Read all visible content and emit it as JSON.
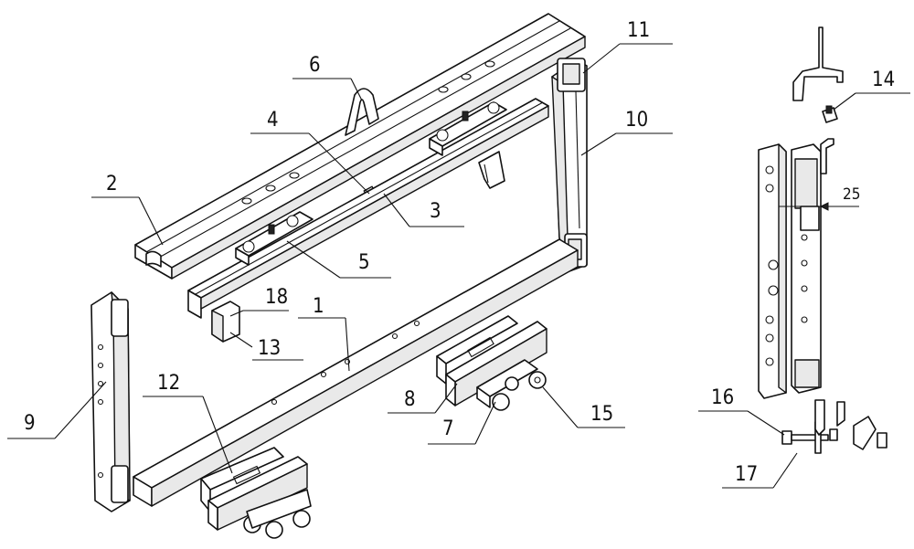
{
  "callouts": [
    {
      "id": "1",
      "text": "1"
    },
    {
      "id": "2",
      "text": "2"
    },
    {
      "id": "3",
      "text": "3"
    },
    {
      "id": "4",
      "text": "4"
    },
    {
      "id": "5",
      "text": "5"
    },
    {
      "id": "6",
      "text": "6"
    },
    {
      "id": "7",
      "text": "7"
    },
    {
      "id": "8",
      "text": "8"
    },
    {
      "id": "9",
      "text": "9"
    },
    {
      "id": "10",
      "text": "10"
    },
    {
      "id": "11",
      "text": "11"
    },
    {
      "id": "12",
      "text": "12"
    },
    {
      "id": "13",
      "text": "13"
    },
    {
      "id": "14",
      "text": "14"
    },
    {
      "id": "15",
      "text": "15"
    },
    {
      "id": "16",
      "text": "16"
    },
    {
      "id": "17",
      "text": "17"
    },
    {
      "id": "18",
      "text": "18"
    },
    {
      "id": "25",
      "text": "25"
    }
  ]
}
